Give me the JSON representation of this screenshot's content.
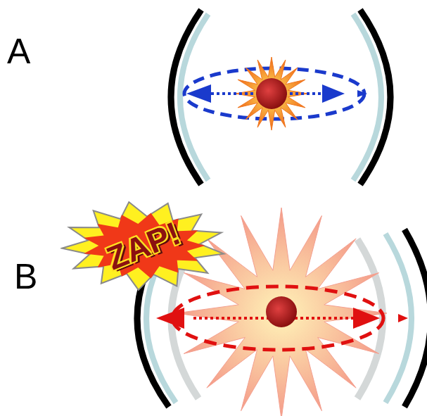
{
  "diagram": {
    "nodes": [
      {
        "text": [
          "ZAP!"
        ]
      }
    ],
    "labels": [
      "A",
      "B"
    ]
  }
}
